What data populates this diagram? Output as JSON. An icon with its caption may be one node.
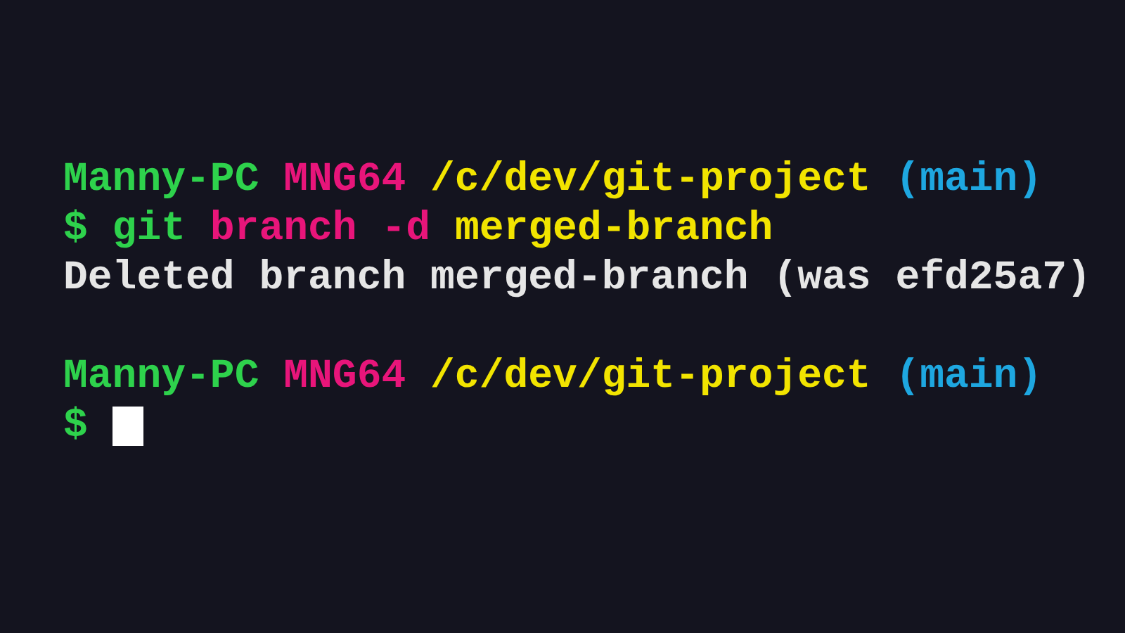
{
  "diagram": {
    "labels": [
      "Manny-PC",
      "MNG64",
      "/c/dev/git-project",
      "(main)",
      "$",
      "git",
      "branch -d",
      "merged-branch",
      "Deleted branch merged-branch (was efd25a7)",
      "Manny-PC",
      "MNG64",
      "/c/dev/git-project",
      "(main)",
      "$"
    ]
  }
}
